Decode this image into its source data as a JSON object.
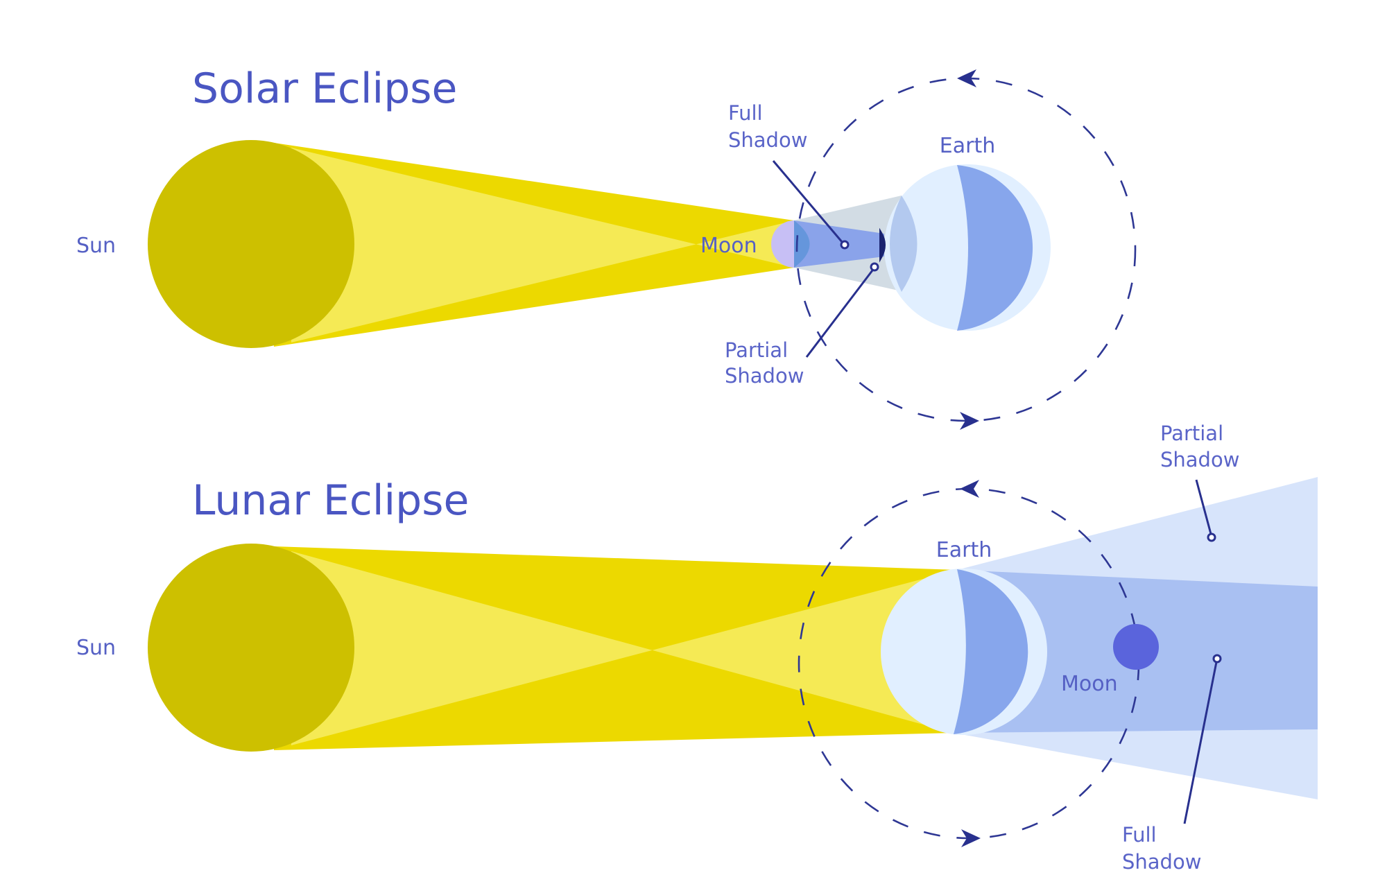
{
  "diagram": {
    "type": "eclipse-comparison",
    "panels": [
      {
        "id": "solar",
        "title": "Solar Eclipse",
        "labels": {
          "sun": "Sun",
          "moon": "Moon",
          "earth": "Earth",
          "full_shadow_line1": "Full",
          "full_shadow_line2": "Shadow",
          "partial_shadow_line1": "Partial",
          "partial_shadow_line2": "Shadow"
        },
        "order": [
          "Sun",
          "Moon",
          "Earth"
        ],
        "orbit_direction": "counterclockwise"
      },
      {
        "id": "lunar",
        "title": "Lunar Eclipse",
        "labels": {
          "sun": "Sun",
          "earth": "Earth",
          "moon": "Moon",
          "partial_shadow_line1": "Partial",
          "partial_shadow_line2": "Shadow",
          "full_shadow_line1": "Full",
          "full_shadow_line2": "Shadow"
        },
        "order": [
          "Sun",
          "Earth",
          "Moon"
        ],
        "orbit_direction": "counterclockwise"
      }
    ],
    "colors": {
      "title_text": "#4a56c2",
      "label_text": "#5560c4",
      "sun": "#cdc000",
      "light_beam_outer": "#ecd900",
      "light_beam_inner": "#f5ea55",
      "earth_day": "#e1efff",
      "earth_night": "#87a6ec",
      "moon_solar_lit": "#c7bff5",
      "moon_solar_dark": "#6596dc",
      "moon_lunar": "#5a64dc",
      "full_shadow": "#8aa3ea",
      "partial_shadow_solar": "#d2dce4",
      "partial_shadow_lens": "#b3c9ef",
      "full_shadow_lunar": "#a9c0f2",
      "partial_shadow_lunar": "#d7e4fb",
      "orbit_line": "#2e3794"
    }
  }
}
